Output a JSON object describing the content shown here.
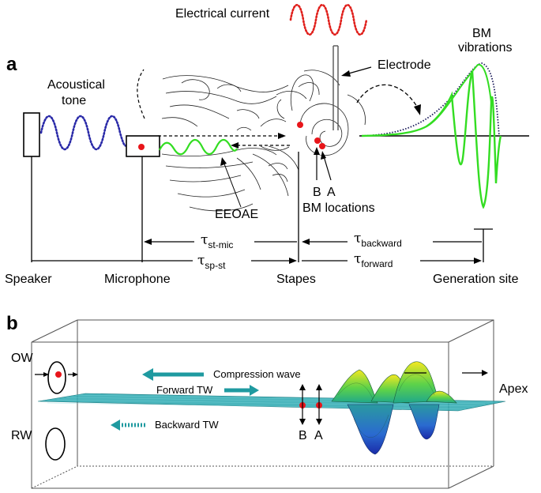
{
  "panel_a": {
    "label": "a",
    "electrical_current": "Electrical current",
    "electrode": "Electrode",
    "acoustical_tone_line1": "Acoustical",
    "acoustical_tone_line2": "tone",
    "bm_vibrations_line1": "BM",
    "bm_vibrations_line2": "vibrations",
    "eeoae": "EEOAE",
    "bm_locations": "BM locations",
    "loc_b": "B",
    "loc_a": "A",
    "tau_symbol": "τ",
    "tau_st_mic": "st-mic",
    "tau_sp_st": "sp-st",
    "tau_backward": "backward",
    "tau_forward": "forward",
    "speaker": "Speaker",
    "microphone": "Microphone",
    "stapes": "Stapes",
    "generation_site": "Generation site"
  },
  "panel_b": {
    "label": "b",
    "ow": "OW",
    "rw": "RW",
    "compression_wave": "Compression wave",
    "forward_tw": "Forward TW",
    "backward_tw": "Backward TW",
    "apex": "Apex",
    "loc_b": "B",
    "loc_a": "A"
  },
  "colors": {
    "acoustic_tone": "#2a2aa8",
    "electrical": "#e0201c",
    "bm_wave": "#33dd22",
    "marker": "#e8151a",
    "arrow_teal": "#1f9aa0",
    "membrane": "#2aa8b0"
  }
}
